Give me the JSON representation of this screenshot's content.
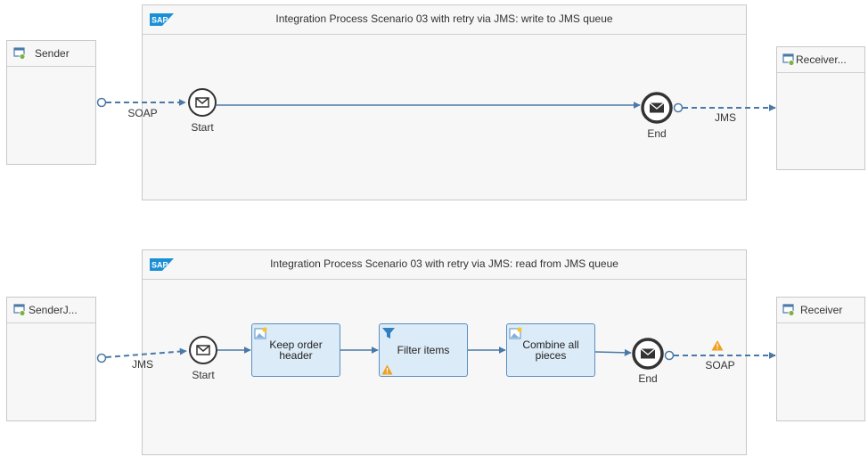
{
  "process1": {
    "title": "Integration Process Scenario 03 with retry via JMS: write to JMS queue",
    "sender": "Sender",
    "receiver": "Receiver...",
    "start_label": "Start",
    "end_label": "End",
    "inbound_protocol": "SOAP",
    "outbound_protocol": "JMS"
  },
  "process2": {
    "title": "Integration Process Scenario 03 with retry via JMS: read from JMS queue",
    "sender": "SenderJ...",
    "receiver": "Receiver",
    "start_label": "Start",
    "end_label": "End",
    "inbound_protocol": "JMS",
    "outbound_protocol": "SOAP",
    "steps": [
      {
        "label": "Keep order header",
        "icon": "content-modifier-icon"
      },
      {
        "label": "Filter items",
        "icon": "filter-icon",
        "warning": true
      },
      {
        "label": "Combine all pieces",
        "icon": "content-modifier-icon"
      }
    ]
  },
  "colors": {
    "flow": "#4a79a8",
    "task_fill": "#dcebf8",
    "task_border": "#5a8fbf",
    "warning": "#f0a020",
    "sap_blue": "#1a8fd6"
  }
}
